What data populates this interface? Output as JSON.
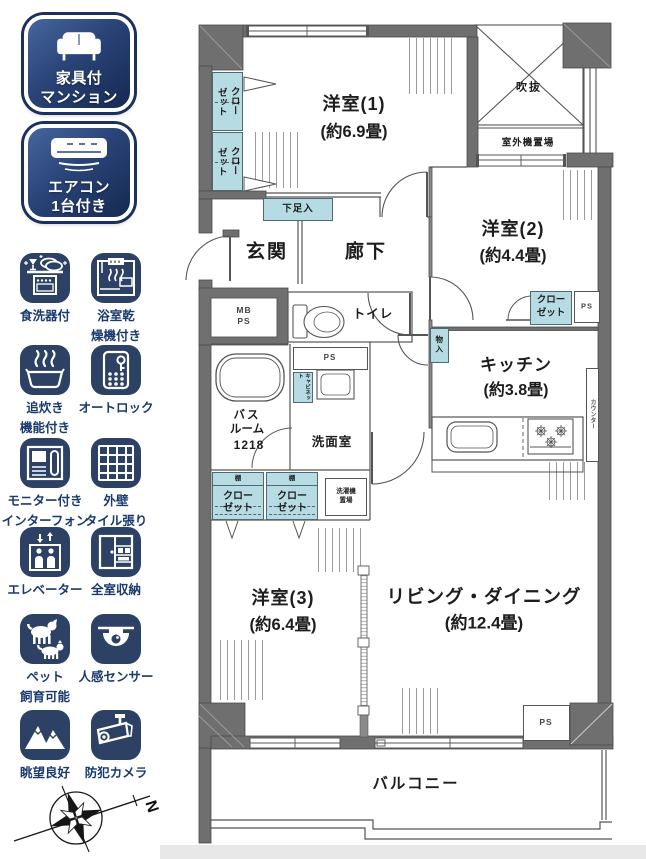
{
  "sidebar": {
    "badges": [
      {
        "icon": "sofa-icon",
        "line1": "家具付",
        "line2": "マンション"
      },
      {
        "icon": "air-conditioner-icon",
        "line1": "エアコン",
        "line2": "1台付き"
      }
    ],
    "features": [
      {
        "icon": "dishwasher-icon",
        "line1": "食洗器付",
        "line2": ""
      },
      {
        "icon": "bathroom-dryer-icon",
        "line1": "浴室乾",
        "line2": "燥機付き"
      },
      {
        "icon": "bath-reheat-icon",
        "line1": "追炊き",
        "line2": "機能付き"
      },
      {
        "icon": "autolock-icon",
        "line1": "オートロック",
        "line2": ""
      },
      {
        "icon": "monitor-intercom-icon",
        "line1": "モニター付き",
        "line2": "インターフォン"
      },
      {
        "icon": "tile-wall-icon",
        "line1": "外壁",
        "line2": "タイル張り"
      },
      {
        "icon": "elevator-icon",
        "line1": "エレベーター",
        "line2": ""
      },
      {
        "icon": "all-room-storage-icon",
        "line1": "全室収納",
        "line2": ""
      },
      {
        "icon": "pets-allowed-icon",
        "line1": "ペット",
        "line2": "飼育可能"
      },
      {
        "icon": "motion-sensor-icon",
        "line1": "人感センサー",
        "line2": ""
      },
      {
        "icon": "good-view-icon",
        "line1": "眺望良好",
        "line2": ""
      },
      {
        "icon": "security-camera-icon",
        "line1": "防犯カメラ",
        "line2": ""
      }
    ],
    "compass_label": "N"
  },
  "floorplan": {
    "room1": {
      "name": "洋室(1)",
      "size": "(約6.9畳)"
    },
    "room2": {
      "name": "洋室(2)",
      "size": "(約4.4畳)"
    },
    "room3": {
      "name": "洋室(3)",
      "size": "(約6.4畳)"
    },
    "living": {
      "name": "リビング・ダイニング",
      "size": "(約12.4畳)"
    },
    "kitchen": {
      "name": "キッチン",
      "size": "(約3.8畳)"
    },
    "entrance": "玄関",
    "hallway": "廊下",
    "toilet": "トイレ",
    "washroom": "洗面室",
    "bath": {
      "line1": "バス",
      "line2": "ルーム",
      "size": "1218"
    },
    "balcony": "バルコニー",
    "void": "吹抜",
    "outdoor_unit": "室外機置場",
    "shoe_cabinet": "下足入",
    "closet": {
      "line1": "クロー",
      "line2": "ゼット"
    },
    "shelf": "棚",
    "storage": "物入",
    "cabinet": "キャビネット",
    "counter": "カウンター",
    "washer": {
      "line1": "洗濯機",
      "line2": "置場"
    },
    "mb": "MB",
    "ps": "PS"
  }
}
